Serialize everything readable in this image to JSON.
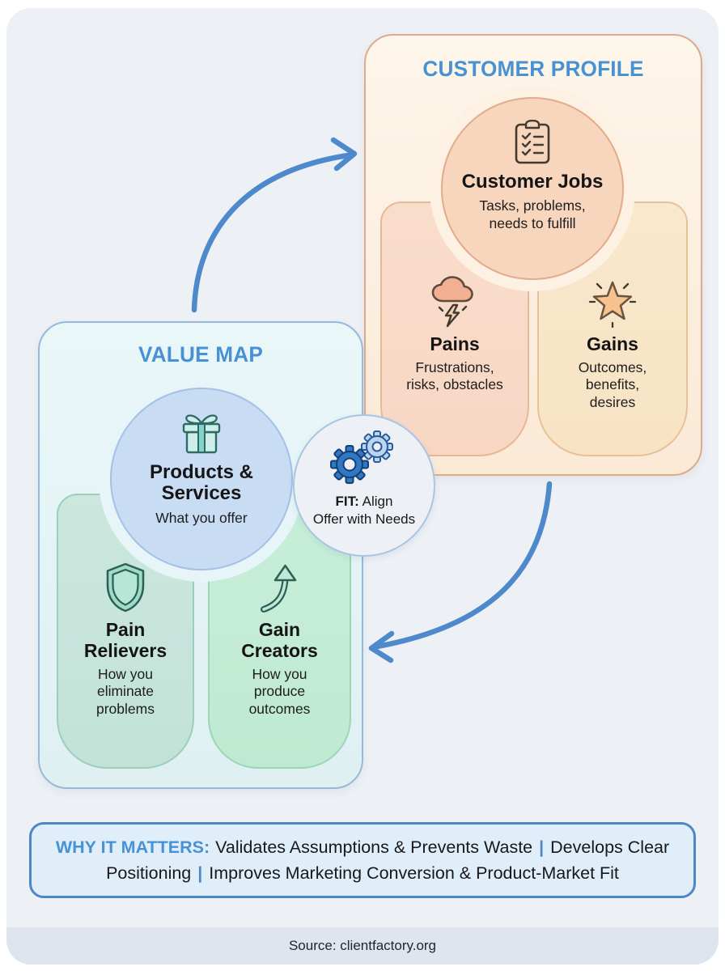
{
  "customer_profile": {
    "title": "CUSTOMER PROFILE",
    "jobs": {
      "icon": "clipboard-checklist-icon",
      "title": "Customer Jobs",
      "desc": "Tasks, problems,\nneeds to fulfill"
    },
    "pains": {
      "icon": "storm-cloud-icon",
      "title": "Pains",
      "desc": "Frustrations,\nrisks, obstacles"
    },
    "gains": {
      "icon": "star-icon",
      "title": "Gains",
      "desc": "Outcomes,\nbenefits,\ndesires"
    }
  },
  "value_map": {
    "title": "VALUE MAP",
    "products": {
      "icon": "gift-icon",
      "title": "Products &\nServices",
      "desc": "What you offer"
    },
    "pain_relievers": {
      "icon": "shield-icon",
      "title": "Pain\nRelievers",
      "desc": "How you\neliminate\nproblems"
    },
    "gain_creators": {
      "icon": "curved-up-arrow-icon",
      "title": "Gain\nCreators",
      "desc": "How you\nproduce\noutcomes"
    }
  },
  "fit": {
    "icon": "gears-icon",
    "lead": "FIT:",
    "line1_rest": " Align",
    "line2": "Offer with Needs"
  },
  "why": {
    "lead": "WHY IT MATTERS:",
    "seg1": "Validates Assumptions & Prevents Waste",
    "sep": "|",
    "seg2": "Develops Clear Positioning",
    "seg3": "Improves Marketing Conversion & Product-Market Fit"
  },
  "footer": {
    "source": "Source: clientfactory.org"
  },
  "colors": {
    "accent_blue": "#4792d4",
    "arrow_blue": "#4d89cb",
    "customer_card_border": "#dcab8d",
    "value_card_border": "#97b9d9",
    "canvas_bg": "#edf0f5",
    "bottom_band_bg": "#dfe5ee",
    "why_border": "#4e86c6",
    "why_bg": "#e0eefa"
  }
}
